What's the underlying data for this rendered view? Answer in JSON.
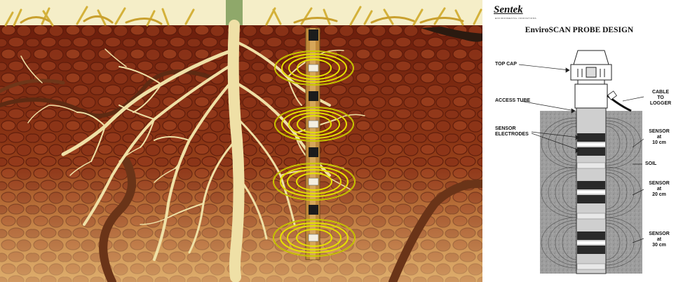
{
  "diagram": {
    "logo": "Sentek",
    "logo_subtitle": "ENVIRONMENTAL INNOVATIONS",
    "title": "EnviroSCAN PROBE DESIGN",
    "labels": {
      "top_cap": "TOP CAP",
      "cable_line1": "CABLE",
      "cable_line2": "TO",
      "cable_line3": "LOGGER",
      "access_tube": "ACCESS TUBE",
      "sensor_electrodes_line1": "SENSOR",
      "sensor_electrodes_line2": "ELECTRODES",
      "soil": "SOIL",
      "sensor_10_line1": "SENSOR",
      "sensor_10_line2": "at",
      "sensor_10_line3": "10 cm",
      "sensor_20_line1": "SENSOR",
      "sensor_20_line2": "at",
      "sensor_20_line3": "20 cm",
      "sensor_30_line1": "SENSOR",
      "sensor_30_line2": "at",
      "sensor_30_line3": "30 cm"
    }
  },
  "colors": {
    "soil_dark": "#7a2410",
    "soil_clod": "#8e3a1c",
    "soil_light": "#c57a3a",
    "root": "#f0e2a8",
    "field_ring": "#e4e100",
    "probe_gray": "#a9a9a9"
  }
}
